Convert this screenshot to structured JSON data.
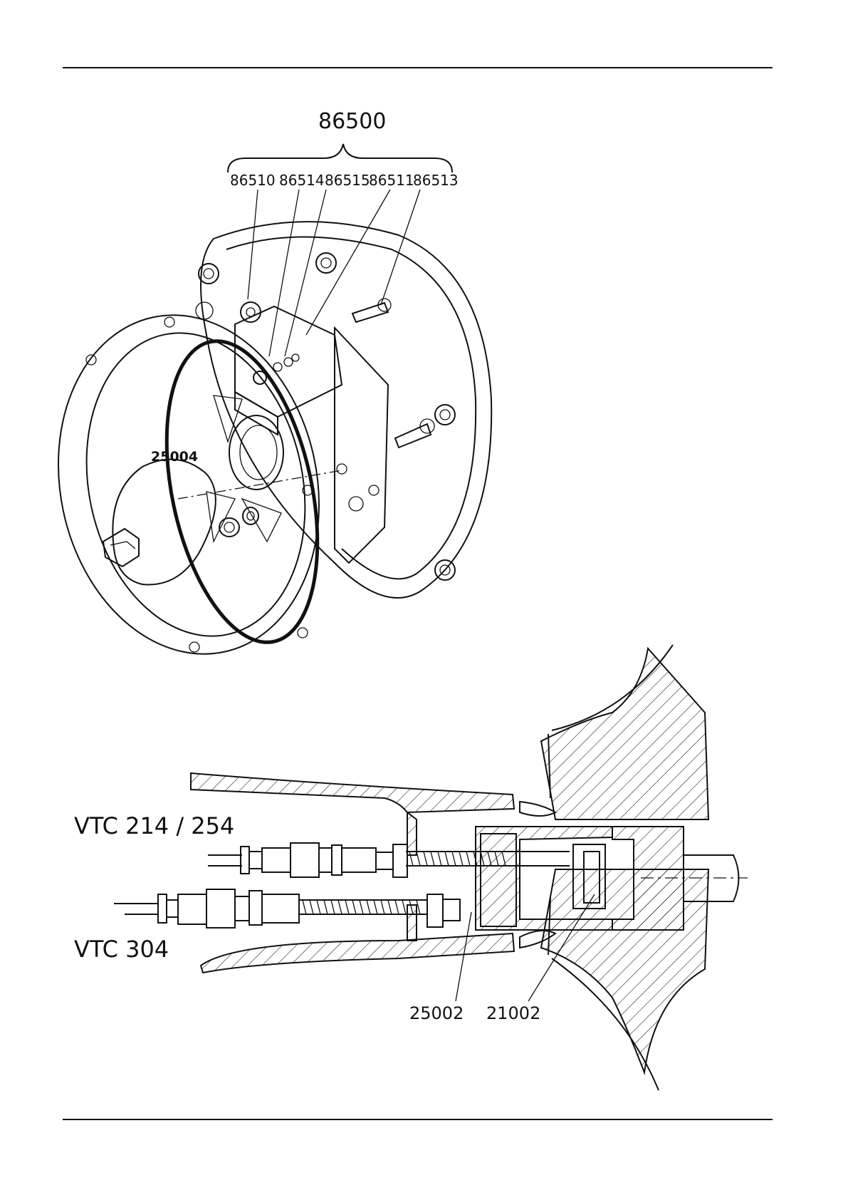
{
  "assembly": {
    "group_label": "86500",
    "sub_parts": [
      "86510",
      "86514",
      "86515",
      "86511",
      "86513"
    ],
    "cone_label": "25004"
  },
  "section": {
    "variant_top": "VTC 214 / 254",
    "variant_bottom": "VTC 304",
    "part_left": "25002",
    "part_right": "21002"
  }
}
